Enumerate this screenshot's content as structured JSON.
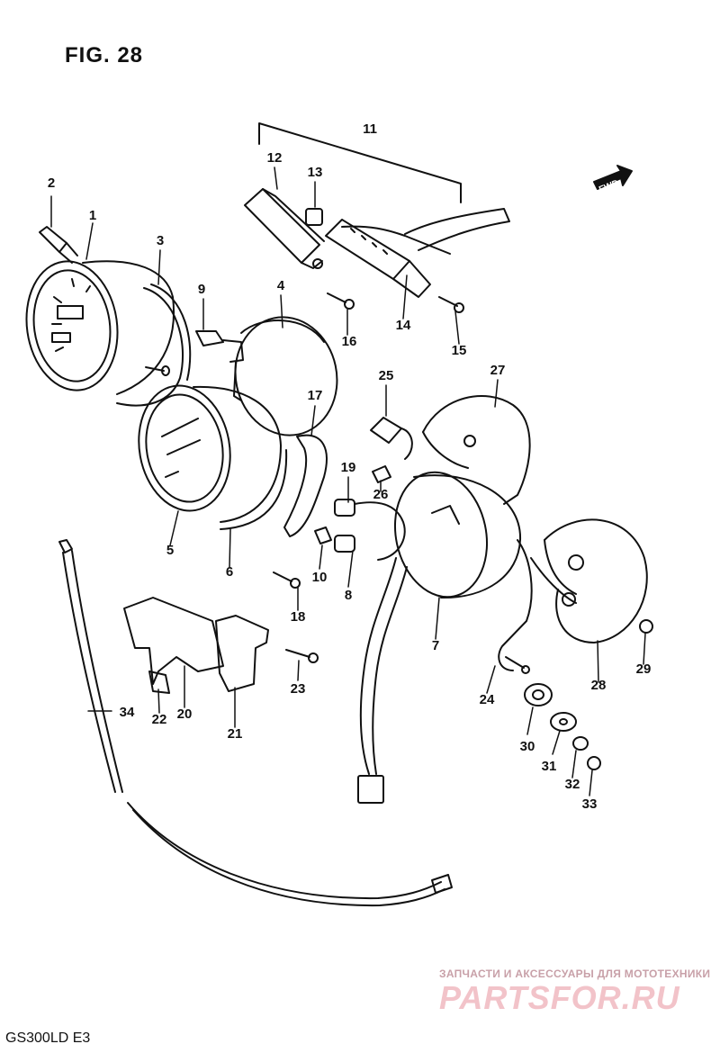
{
  "figure": {
    "title": "FIG. 28",
    "model_code": "GS300LD E3",
    "direction_label": "FWD"
  },
  "watermark": {
    "caption": "ЗАПЧАСТИ И АКСЕССУАРЫ ДЛЯ МОТОТЕХНИКИ",
    "logo": "PARTSFOR.RU"
  },
  "callouts": [
    "1",
    "2",
    "3",
    "4",
    "5",
    "6",
    "7",
    "8",
    "9",
    "10",
    "11",
    "12",
    "13",
    "14",
    "15",
    "16",
    "17",
    "18",
    "19",
    "20",
    "21",
    "22",
    "23",
    "24",
    "25",
    "26",
    "27",
    "28",
    "29",
    "30",
    "31",
    "32",
    "33",
    "34"
  ],
  "colors": {
    "line": "#111111",
    "fill": "#ffffff",
    "watermark": "#f2c3c9"
  }
}
